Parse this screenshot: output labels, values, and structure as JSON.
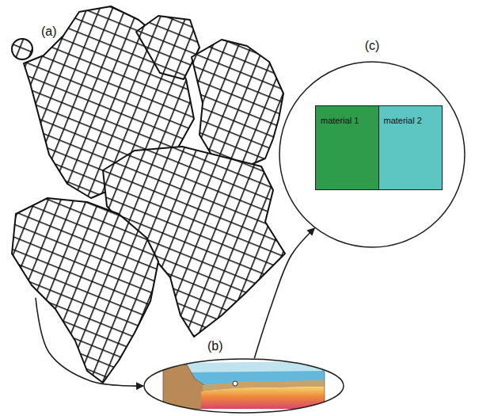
{
  "diagram": {
    "nodes": [
      {
        "text": [
          "(a)"
        ]
      },
      {
        "text": [
          "(b)"
        ]
      },
      {
        "text": [
          "(c)"
        ]
      },
      {
        "text": [
          "material 1"
        ],
        "in": 2
      },
      {
        "text": [
          "material 2"
        ],
        "in": 2
      }
    ],
    "edges": [
      {
        "from": 0,
        "to": 1,
        "arrow": "to"
      },
      {
        "from": 1,
        "to": 2,
        "arrow": "to"
      }
    ]
  }
}
